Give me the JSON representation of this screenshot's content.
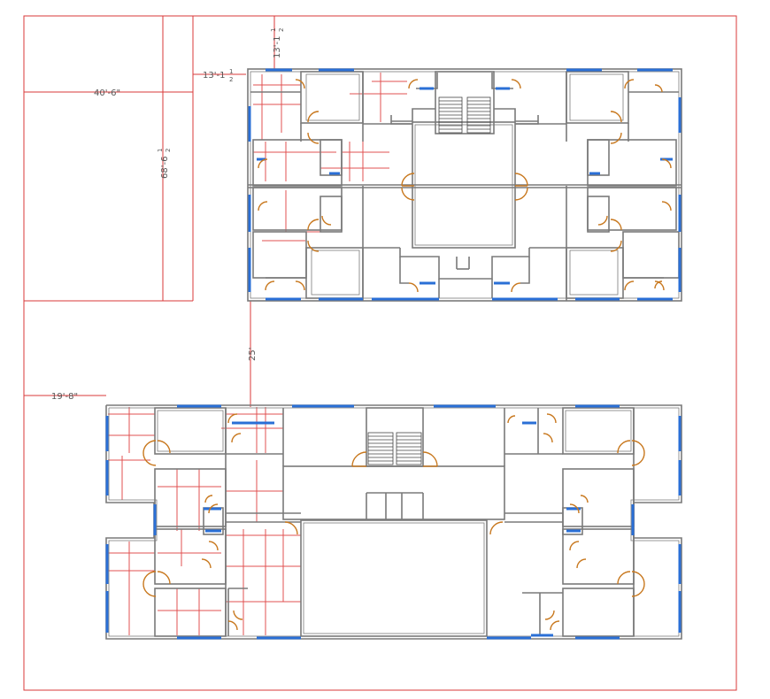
{
  "dimensions": {
    "plot_width": "40'-6\"",
    "plot_depth_whole": "68'-6",
    "plot_depth_frac": "1",
    "plot_depth_den": "2",
    "front_setback_whole": "13'-1",
    "front_setback_frac": "1",
    "front_setback_den": "2",
    "top_setback_whole": "13'-1",
    "top_setback_frac": "1",
    "top_setback_den": "2",
    "building_gap": "25'",
    "side_setback": "19'-8\""
  },
  "colors": {
    "site_boundary": "#d83a3a",
    "walls": "#7a7a7a",
    "windows": "#2a6fd6",
    "doors": "#c8781e",
    "grid_lines": "#e05050",
    "stairs": "#444444"
  },
  "icons": {
    "stair": "staircase-icon",
    "door": "door-swing-icon"
  }
}
